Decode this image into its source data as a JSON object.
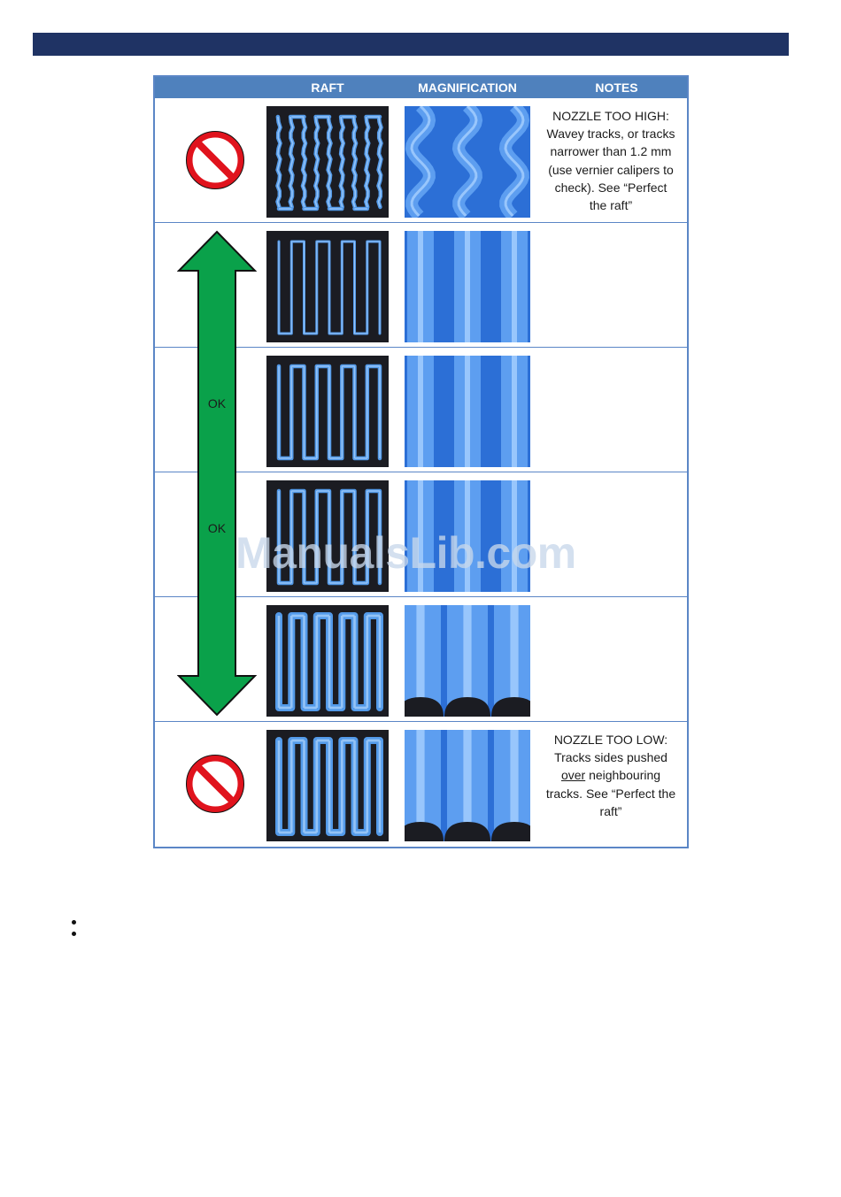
{
  "header_bar_color": "#1f3364",
  "table": {
    "headers": {
      "raft": "RAFT",
      "magnification": "MAGNIFICATION",
      "notes": "NOTES"
    },
    "header_color": "#4f81bd",
    "rows": [
      {
        "status": "no",
        "notes": "NOZZLE TOO HIGH:\nWavey tracks, or tracks\nnarrower than 1.2 mm\n(use vernier calipers to\ncheck). See “Perfect\nthe raft”",
        "raft_style": "wavy",
        "mag_style": "wavy"
      },
      {
        "status": "ok",
        "notes": "",
        "raft_style": "thin",
        "mag_style": "thin"
      },
      {
        "status": "ok",
        "notes": "",
        "raft_style": "normal",
        "mag_style": "normal"
      },
      {
        "status": "ok",
        "notes": "",
        "raft_style": "normal",
        "mag_style": "normal"
      },
      {
        "status": "ok",
        "notes": "",
        "raft_style": "wide",
        "mag_style": "wide"
      },
      {
        "status": "no",
        "notes": "NOZZLE TOO LOW:\nTracks sides pushed\nover neighbouring\ntracks. See “Perfect the\nraft”",
        "raft_style": "wide",
        "mag_style": "wide"
      }
    ],
    "ok_labels": [
      "OK",
      "OK"
    ],
    "arrow_color": "#0aa14a",
    "no_sign_color": "#e0131d"
  },
  "watermark": "ManualsLib.com"
}
